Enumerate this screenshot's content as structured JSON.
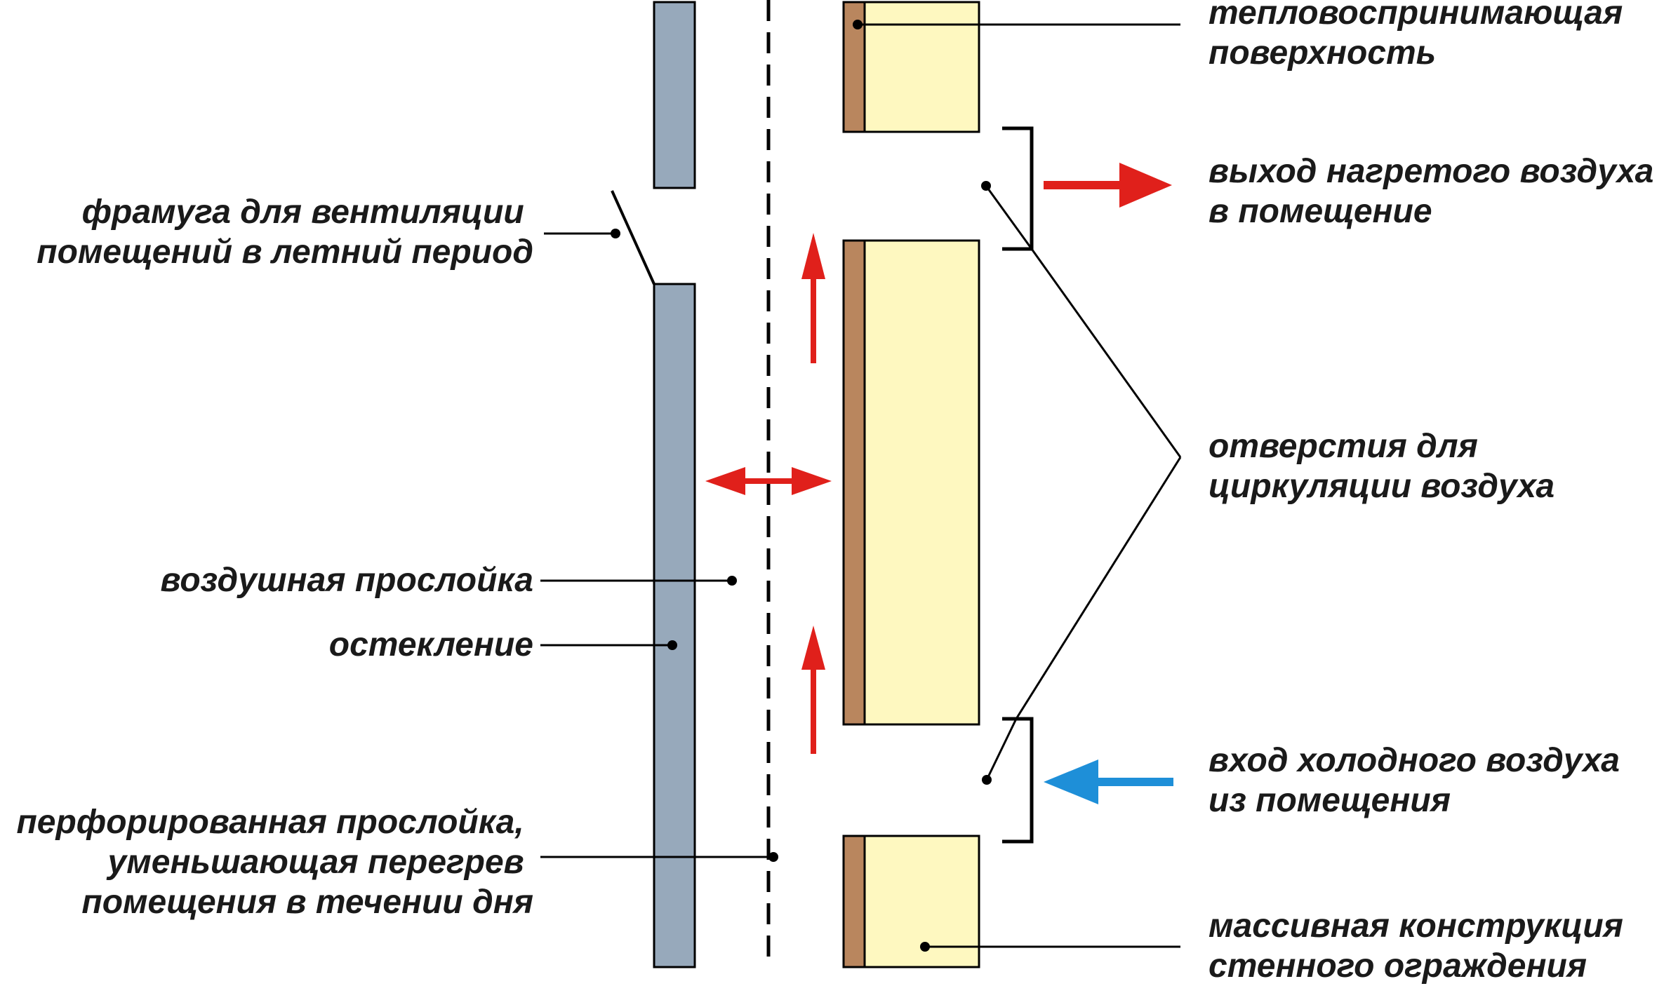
{
  "labels": {
    "fanlight": [
      "фрамуга для вентиляции",
      "помещений в летний период"
    ],
    "air_gap": [
      "воздушная прослойка"
    ],
    "glazing": [
      "остекление"
    ],
    "perforated": [
      "перфорированная прослойка,",
      "уменьшающая перегрев",
      "помещения в течении дня"
    ],
    "absorbing_surface": [
      "тепловоспринимающая",
      "поверхность"
    ],
    "hot_air_outlet": [
      "выход нагретого воздуха",
      "в помещение"
    ],
    "circulation_openings": [
      "отверстия для",
      "циркуляции воздуха"
    ],
    "cold_air_inlet": [
      "вход холодного воздуха",
      "из помещения"
    ],
    "massive_wall": [
      "массивная конструкция",
      "стенного ограждения"
    ]
  },
  "colors": {
    "glass": "#97a9bb",
    "brown": "#b9865e",
    "wall": "#fef8c0",
    "hot": "#e0201b",
    "cold": "#1e8fd8",
    "line": "#000000"
  }
}
